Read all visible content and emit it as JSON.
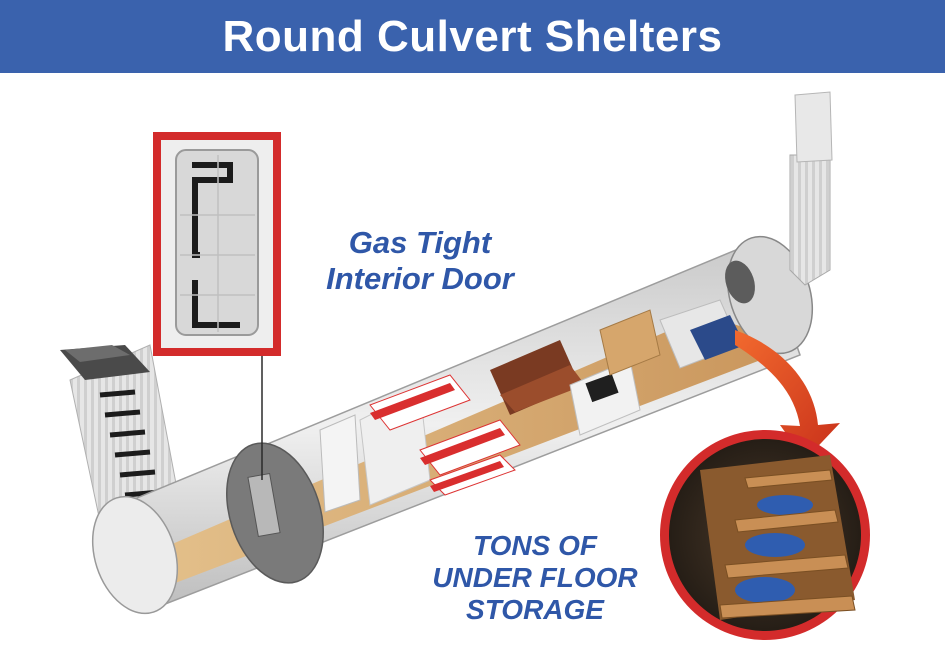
{
  "header": {
    "title": "Round Culvert Shelters",
    "background_color": "#3a62ad"
  },
  "callouts": {
    "door": {
      "line1": "Gas Tight",
      "line2": "Interior Door"
    },
    "storage": {
      "line1": "TONS OF",
      "line2": "UNDER FLOOR",
      "line3": "STORAGE"
    }
  },
  "colors": {
    "callout_text": "#2f57a8",
    "inset_border": "#d32b2b",
    "arrow": "#e0451c",
    "floor_wood": "#d9b27c"
  },
  "icons": [
    "hatch-icon",
    "ladder-icon",
    "vent-pipe-icon",
    "door-icon",
    "arrow-icon"
  ]
}
